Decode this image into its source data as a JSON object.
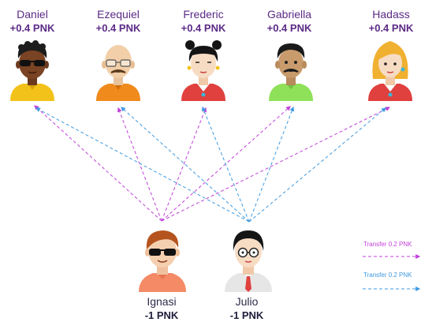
{
  "receivers": [
    {
      "name": "Daniel",
      "amount": "+0.4 PNK",
      "avatar": "man-sunglasses-dark-avatar"
    },
    {
      "name": "Ezequiel",
      "amount": "+0.4 PNK",
      "avatar": "bald-man-mustache-avatar"
    },
    {
      "name": "Frederic",
      "amount": "+0.4 PNK",
      "avatar": "woman-black-buns-avatar"
    },
    {
      "name": "Gabriella",
      "amount": "+0.4 PNK",
      "avatar": "man-mustache-green-avatar"
    },
    {
      "name": "Hadass",
      "amount": "+0.4 PNK",
      "avatar": "woman-blonde-avatar"
    }
  ],
  "senders": [
    {
      "name": "Ignasi",
      "amount": "-1 PNK",
      "avatar": "man-red-hair-sunglasses-avatar"
    },
    {
      "name": "Julio",
      "amount": "-1 PNK",
      "avatar": "man-glasses-tie-avatar"
    }
  ],
  "legend": [
    {
      "label": "Transfer 0.2 PNK",
      "color": "#c040d8"
    },
    {
      "label": "Transfer 0.2 PNK",
      "color": "#3f9ae0"
    }
  ]
}
